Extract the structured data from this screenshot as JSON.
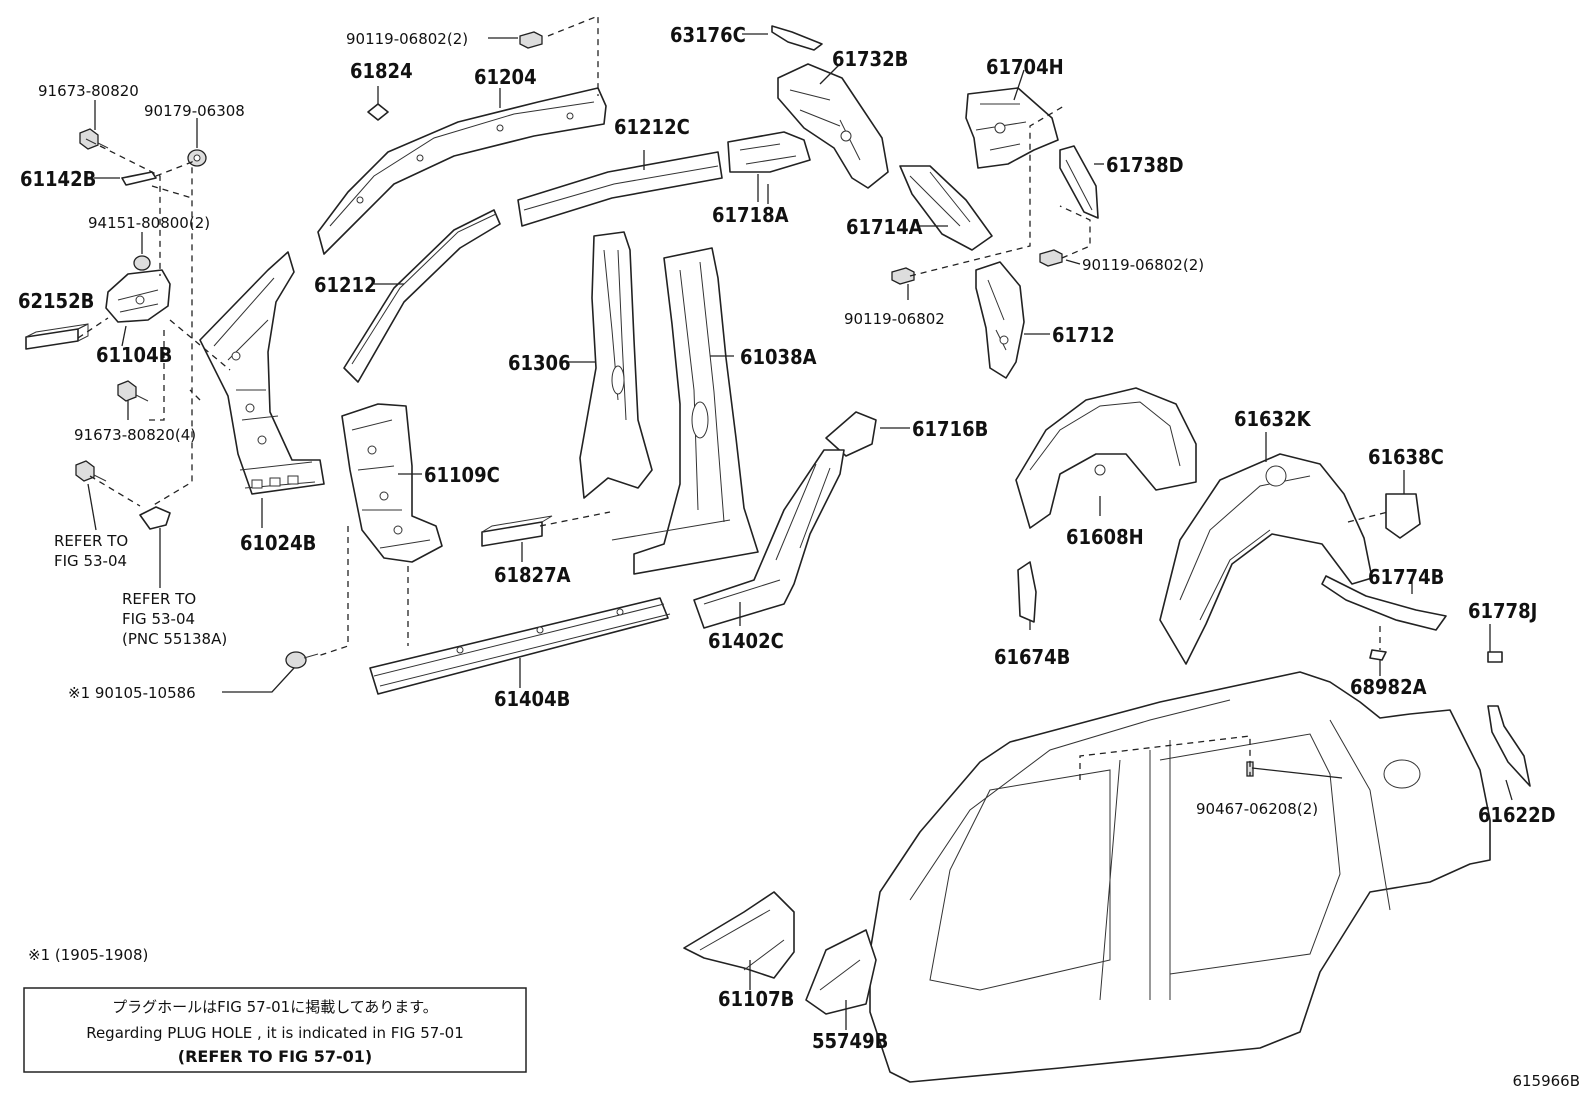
{
  "diagram_id": "615966B",
  "labels": {
    "p90119_06802_2_top": "90119-06802(2)",
    "p61824": "61824",
    "p61204": "61204",
    "p91673_80820": "91673-80820",
    "p90179_06308": "90179-06308",
    "p61142B": "61142B",
    "p94151_80800_2": "94151-80800(2)",
    "p62152B": "62152B",
    "p61104B": "61104B",
    "p91673_80820_4": "91673-80820(4)",
    "refer_fig_a1": "REFER TO",
    "refer_fig_a2": "FIG 53-04",
    "refer_fig_b1": "REFER TO",
    "refer_fig_b2": "FIG 53-04",
    "refer_fig_b3": "(PNC 55138A)",
    "p61024B": "61024B",
    "p61212": "61212",
    "p61212C": "61212C",
    "p61109C": "61109C",
    "p61306": "61306",
    "p61038A": "61038A",
    "p61827A": "61827A",
    "p61404B": "61404B",
    "p90105_10586": "※1 90105-10586",
    "p63176C": "63176C",
    "p61732B": "61732B",
    "p61718A": "61718A",
    "p61714A": "61714A",
    "p61704H": "61704H",
    "p61738D": "61738D",
    "p90119_06802_2_right": "90119-06802(2)",
    "p90119_06802": "90119-06802",
    "p61712": "61712",
    "p61716B": "61716B",
    "p61402C": "61402C",
    "p61608H": "61608H",
    "p61632K": "61632K",
    "p61638C": "61638C",
    "p61674B": "61674B",
    "p61774B": "61774B",
    "p61778J": "61778J",
    "p68982A": "68982A",
    "p90467_06208_2": "90467-06208(2)",
    "p61622D": "61622D",
    "p61107B": "61107B",
    "p55749B": "55749B"
  },
  "footnote": "※1 (1905-1908)",
  "notice": {
    "line_jp": "プラグホールはFIG 57-01に掲載してあります。",
    "line_en": "Regarding  PLUG  HOLE , it is indicated in FIG  57-01",
    "line_ref": "(REFER TO FIG 57-01)"
  }
}
